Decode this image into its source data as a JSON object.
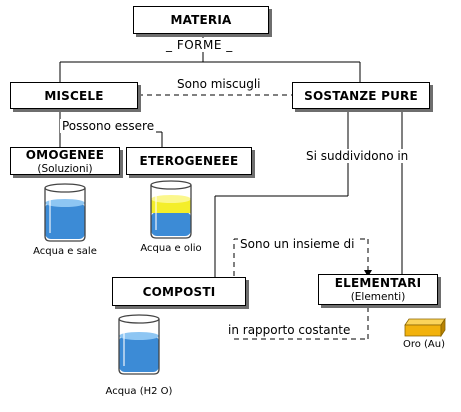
{
  "diagram": {
    "root": {
      "title": "MATERIA",
      "forms_label": "_ FORME _"
    },
    "miscele": {
      "title": "MISCELE"
    },
    "sostanze_pure": {
      "title": "SOSTANZE PURE"
    },
    "omogenee": {
      "title": "OMOGENEE",
      "subtitle": "(Soluzioni)"
    },
    "eterogeneee": {
      "title": "ETEROGENEEE"
    },
    "composti": {
      "title": "COMPOSTI"
    },
    "elementari": {
      "title": "ELEMENTARI",
      "subtitle": "(Elementi)"
    },
    "edge_labels": {
      "sono_miscugli": "Sono miscugli",
      "possono_essere": "Possono essere",
      "si_suddividono_in": "Si suddividono in",
      "sono_un_insieme_di": "Sono un insieme di",
      "in_rapporto_costante": "in rapporto costante"
    },
    "examples": {
      "acqua_e_sale": {
        "caption": "Acqua e sale",
        "liquid_color": "#3c8bd6"
      },
      "acqua_e_olio": {
        "caption": "Acqua e olio",
        "liquid_color": "#3c8bd6",
        "oil_color": "#f4ee2a"
      },
      "acqua_h2o": {
        "caption": "Acqua (H2 O)",
        "liquid_color": "#3c8bd6"
      },
      "oro": {
        "caption": "Oro (Au)",
        "color": "#f2b20c"
      }
    }
  }
}
